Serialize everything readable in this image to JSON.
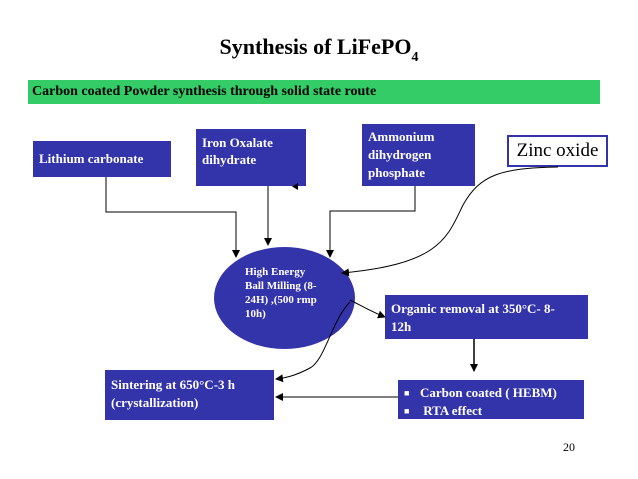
{
  "title": {
    "text": "Synthesis  of LiFePO",
    "subscript": "4"
  },
  "banner": "Carbon coated Powder synthesis through solid state route",
  "nodes": {
    "lithium": "Lithium carbonate",
    "iron": [
      "Iron Oxalate",
      "dihydrate"
    ],
    "ammonium": [
      "Ammonium",
      "dihydrogen",
      "phosphate"
    ],
    "zinc": "Zinc oxide",
    "milling": [
      "High Energy",
      "Ball Milling (8-",
      "24H)  ,(500 rmp",
      "10h)"
    ],
    "organic": [
      "Organic removal at 350°C- 8-",
      "12h"
    ],
    "sintering": [
      "Sintering at 650°C-3 h",
      "(crystallization)"
    ],
    "carbon": [
      "Carbon coated ( HEBM)",
      " RTA effect"
    ]
  },
  "bullet_glyph": "■",
  "page_number": "20",
  "colors": {
    "box": "#3333aa",
    "banner": "#33cc66"
  }
}
